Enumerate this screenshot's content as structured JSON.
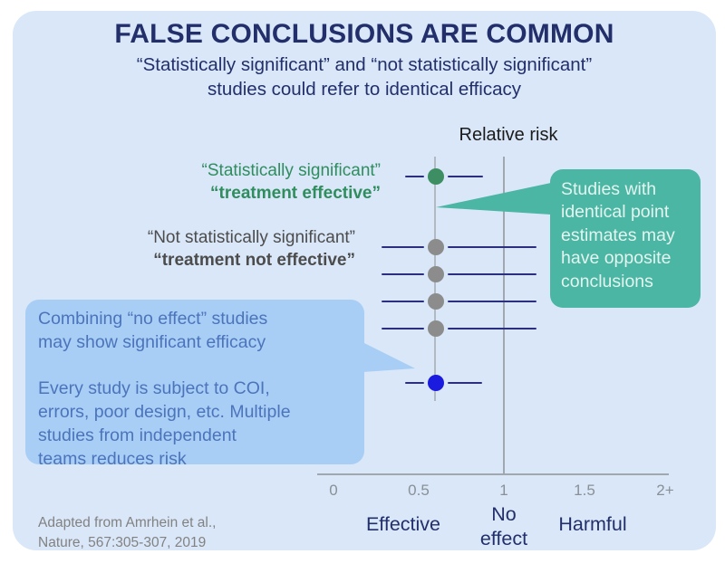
{
  "title": "FALSE CONCLUSIONS ARE COMMON",
  "subtitle": {
    "line1": "“Statistically significant” and “not statistically significant”",
    "line2": "studies could refer to identical efficacy"
  },
  "row_labels": {
    "significant": {
      "line1": "“Statistically significant”",
      "line2": "“treatment effective”",
      "color": "#2f8d5e"
    },
    "not_significant": {
      "line1": "“Not statistically significant”",
      "line2": "“treatment not effective”",
      "color": "#4c4c4c"
    }
  },
  "callouts": {
    "teal": {
      "bg": "#4ab6a3",
      "fg": "#e4f4f0",
      "lines": [
        "Studies with",
        "identical point",
        "estimates may",
        "have opposite",
        "conclusions"
      ]
    },
    "blue": {
      "bg": "#a8cef6",
      "fg": "#4c74bb",
      "para1_lines": [
        "Combining “no effect” studies",
        "may show significant efficacy"
      ],
      "para2_lines": [
        "Every study is subject to COI,",
        "errors, poor design, etc. Multiple",
        "studies from independent",
        "teams reduces risk"
      ]
    }
  },
  "regions": {
    "effective": "Effective",
    "no_effect_line1": "No",
    "no_effect_line2": "effect",
    "harmful": "Harmful"
  },
  "attribution": {
    "line1": "Adapted from Amrhein et al.,",
    "line2": "Nature, 567:305-307, 2019"
  },
  "colors": {
    "card_background": "#d9e7f8",
    "title_navy": "#232f6b",
    "ci_line_navy": "#2a2f82",
    "significant_green": "#3e8e63",
    "nonsignificant_gray": "#8c8c8c",
    "combined_blue": "#1b1be0",
    "teal_callout": "#4ab6a3",
    "blue_callout": "#a8cef6"
  },
  "chart_data": {
    "type": "scatter",
    "subtype": "forest_plot",
    "title": "Relative risk",
    "xlabel": "Relative risk",
    "xlim": [
      0,
      2
    ],
    "tick_labels": [
      "0",
      "0.5",
      "1",
      "1.5",
      "2+"
    ],
    "tick_values": [
      0,
      0.5,
      1,
      1.5,
      2
    ],
    "reference_line_x": 1,
    "grid": false,
    "studies": [
      {
        "label": "statistically significant / treatment effective",
        "point_estimate": 0.6,
        "ci_low": 0.42,
        "ci_high": 0.88,
        "color": "#3e8e63"
      },
      {
        "label": "not statistically significant 1",
        "point_estimate": 0.6,
        "ci_low": 0.28,
        "ci_high": 1.2,
        "color": "#8c8c8c"
      },
      {
        "label": "not statistically significant 2",
        "point_estimate": 0.6,
        "ci_low": 0.28,
        "ci_high": 1.2,
        "color": "#8c8c8c"
      },
      {
        "label": "not statistically significant 3",
        "point_estimate": 0.6,
        "ci_low": 0.28,
        "ci_high": 1.2,
        "color": "#8c8c8c"
      },
      {
        "label": "not statistically significant 4",
        "point_estimate": 0.6,
        "ci_low": 0.28,
        "ci_high": 1.2,
        "color": "#8c8c8c"
      },
      {
        "label": "combined studies",
        "point_estimate": 0.6,
        "ci_low": 0.42,
        "ci_high": 0.87,
        "color": "#1b1be0"
      }
    ]
  }
}
